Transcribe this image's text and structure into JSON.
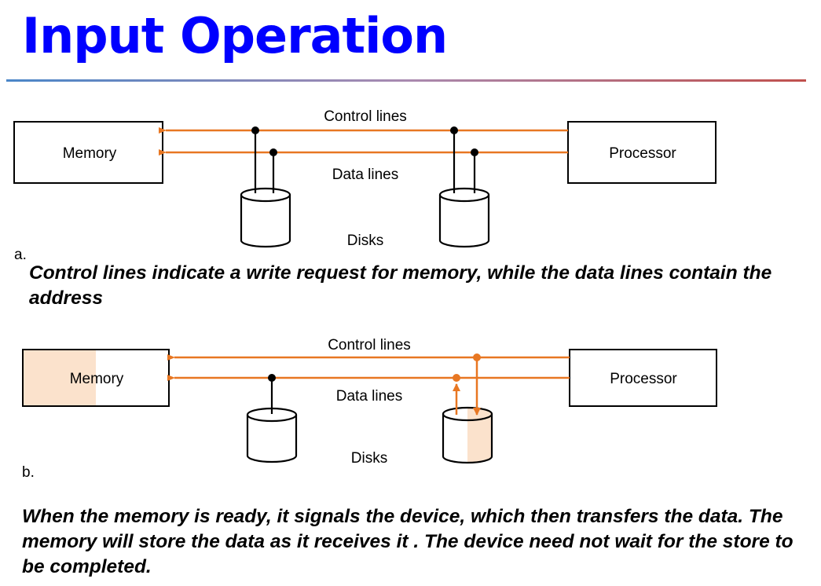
{
  "slide": {
    "title": "Input Operation",
    "colors": {
      "title": "#0000FF",
      "bus": "#E87722",
      "highlight": "#FBE2CC",
      "rule_start": "#4a86c8",
      "rule_end": "#c0504d"
    }
  },
  "diagram_a": {
    "memory_label": "Memory",
    "processor_label": "Processor",
    "control_lines_label": "Control lines",
    "data_lines_label": "Data lines",
    "disks_label": "Disks",
    "panel_label": "a.",
    "caption": "Control lines indicate a write request  for memory, while the data lines contain the address"
  },
  "diagram_b": {
    "memory_label": "Memory",
    "processor_label": "Processor",
    "control_lines_label": "Control lines",
    "data_lines_label": "Data lines",
    "disks_label": "Disks",
    "panel_label": "b.",
    "caption": "When the memory is ready, it signals the device, which then transfers the data. The memory will store the data as it receives it . The device need not wait for the store to be completed."
  }
}
